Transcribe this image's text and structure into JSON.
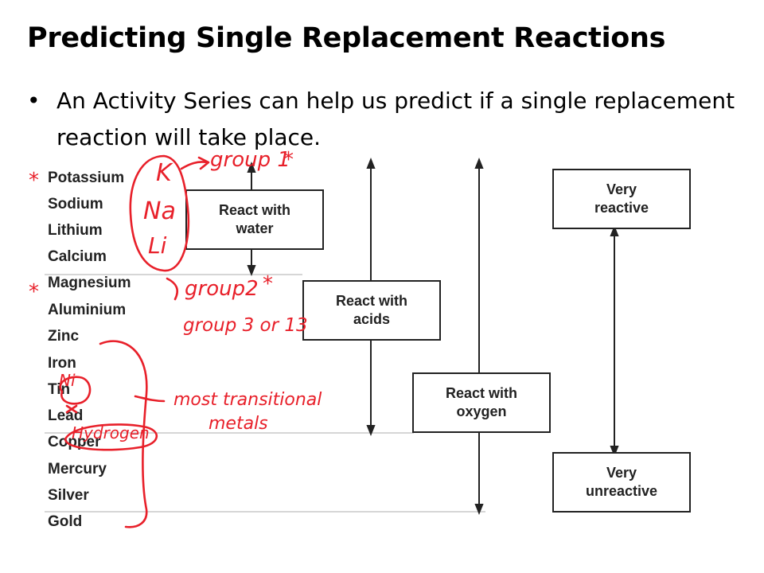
{
  "slide": {
    "title": "Predicting Single Replacement Reactions",
    "bullet_symbol": "•",
    "bullet_text": " An Activity Series can help us predict if a single replacement reaction will take place."
  },
  "activity_series": {
    "metals": [
      "Potassium",
      "Sodium",
      "Lithium",
      "Calcium",
      "Magnesium",
      "Aluminium",
      "Zinc",
      "Iron",
      "Tin",
      "Lead",
      "Copper",
      "Mercury",
      "Silver",
      "Gold"
    ],
    "boxes": {
      "water": "React with water",
      "acids": "React with acids",
      "oxygen": "React with oxygen",
      "very_reactive": "Very reactive",
      "very_unreactive": "Very unreactive"
    }
  },
  "annotations": {
    "k": "K",
    "na": "Na",
    "li": "Li",
    "group1": "group 1",
    "group2": "group2",
    "group3": "group 3 or 13",
    "ni": "Ni",
    "transitional_line1": "most transitional",
    "transitional_line2": "metals",
    "hydrogen": "Hydrogen",
    "star": "*",
    "color": "#e8202a"
  }
}
